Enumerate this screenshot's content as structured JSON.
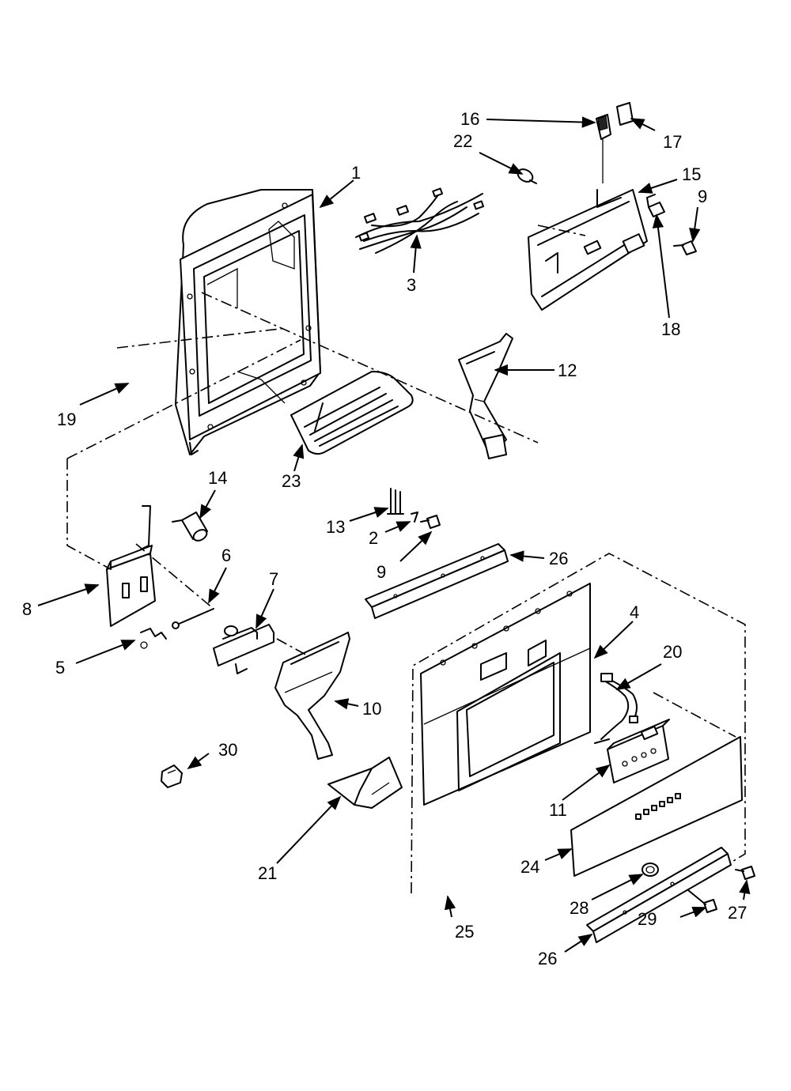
{
  "callouts": {
    "c1": "1",
    "c2": "2",
    "c3": "3",
    "c4": "4",
    "c5": "5",
    "c6": "6",
    "c7": "7",
    "c8": "8",
    "c9a": "9",
    "c9b": "9",
    "c10": "10",
    "c11": "11",
    "c12": "12",
    "c13": "13",
    "c14": "14",
    "c15": "15",
    "c16": "16",
    "c17": "17",
    "c18": "18",
    "c19": "19",
    "c20": "20",
    "c21": "21",
    "c22": "22",
    "c23": "23",
    "c24": "24",
    "c25": "25",
    "c26a": "26",
    "c26b": "26",
    "c27": "27",
    "c28": "28",
    "c29": "29",
    "c30": "30"
  }
}
